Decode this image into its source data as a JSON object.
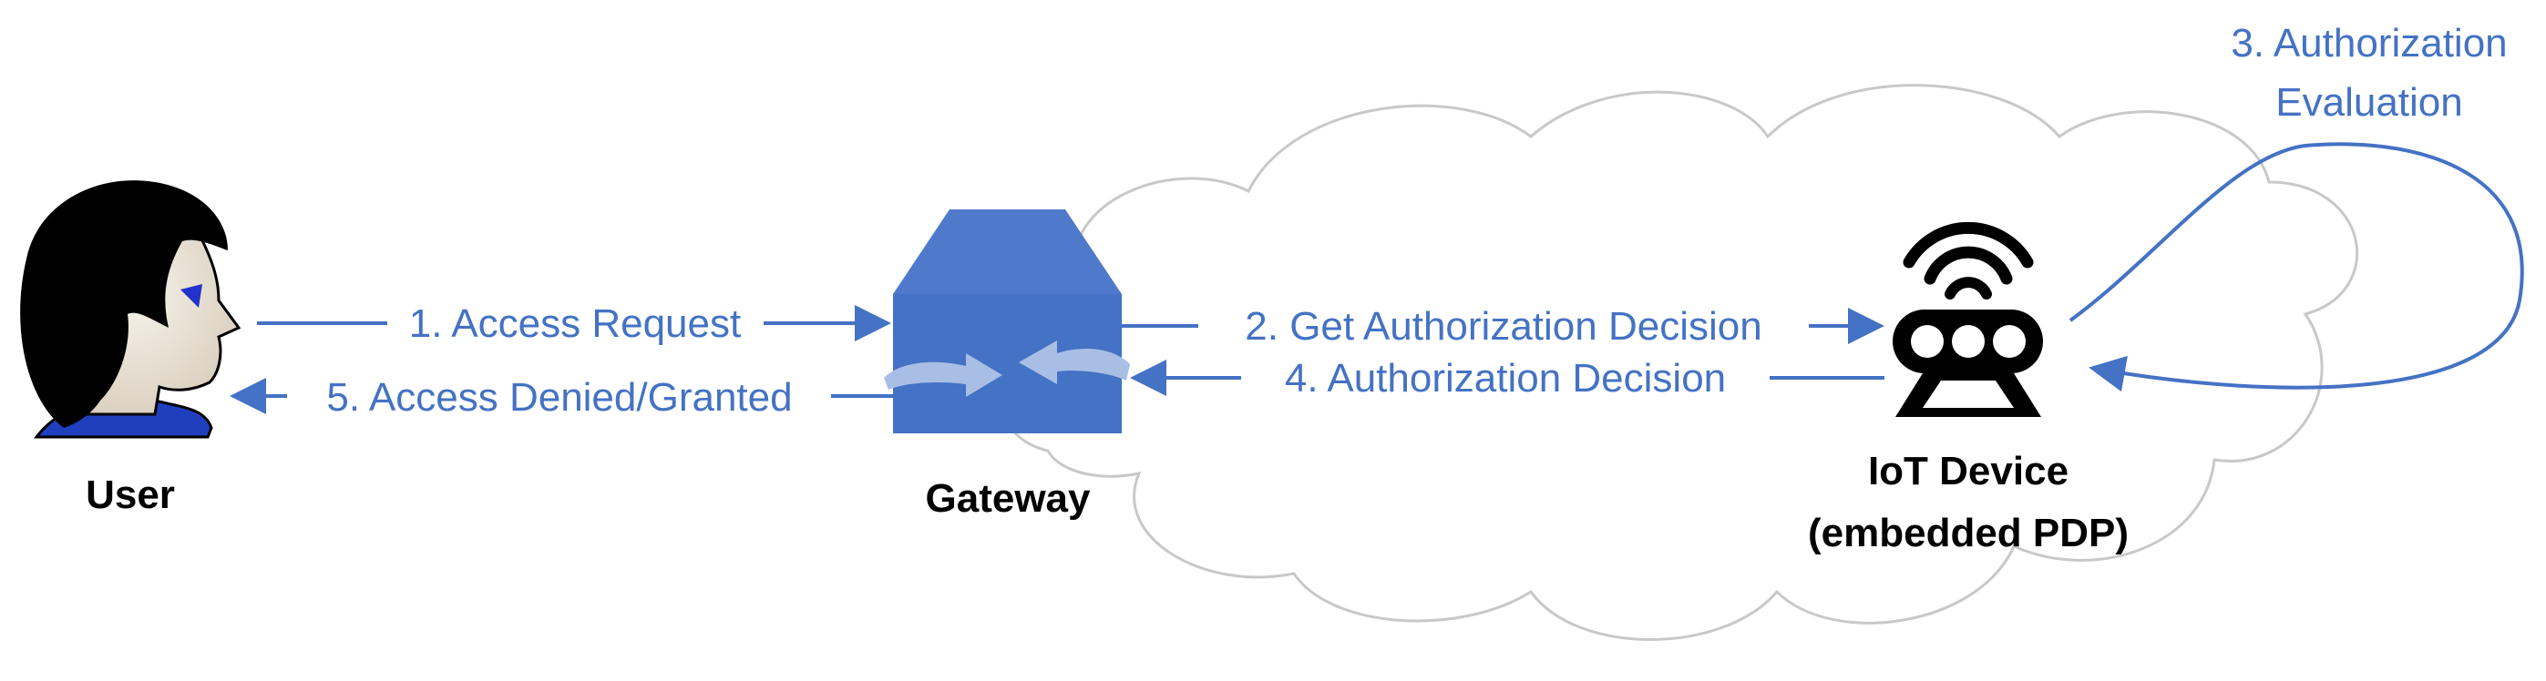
{
  "colors": {
    "arrow": "#4472C4",
    "gateway_fill": "#4472C4",
    "gateway_top": "#4F7ACB",
    "gateway_arrows": "#A9BEE4",
    "cloud_stroke": "#C8C8C8",
    "device": "#000000",
    "user_hair": "#000000",
    "user_skin": "#EFE8DA",
    "user_shirt": "#1F3FBF",
    "user_eye": "#2233CC"
  },
  "icons": {
    "user": "person-head-icon",
    "gateway": "gateway-switch-icon",
    "device": "iot-device-icon",
    "cloud": "cloud-shape"
  },
  "nodes": {
    "user": {
      "label": "User"
    },
    "gateway": {
      "label": "Gateway"
    },
    "device": {
      "label_line1": "IoT Device",
      "label_line2": "(embedded PDP)"
    }
  },
  "messages": {
    "step1": "1. Access Request",
    "step2": "2. Get Authorization Decision",
    "step3_line1": "3. Authorization",
    "step3_line2": "Evaluation",
    "step4": "4. Authorization Decision",
    "step5": "5. Access Denied/Granted"
  }
}
